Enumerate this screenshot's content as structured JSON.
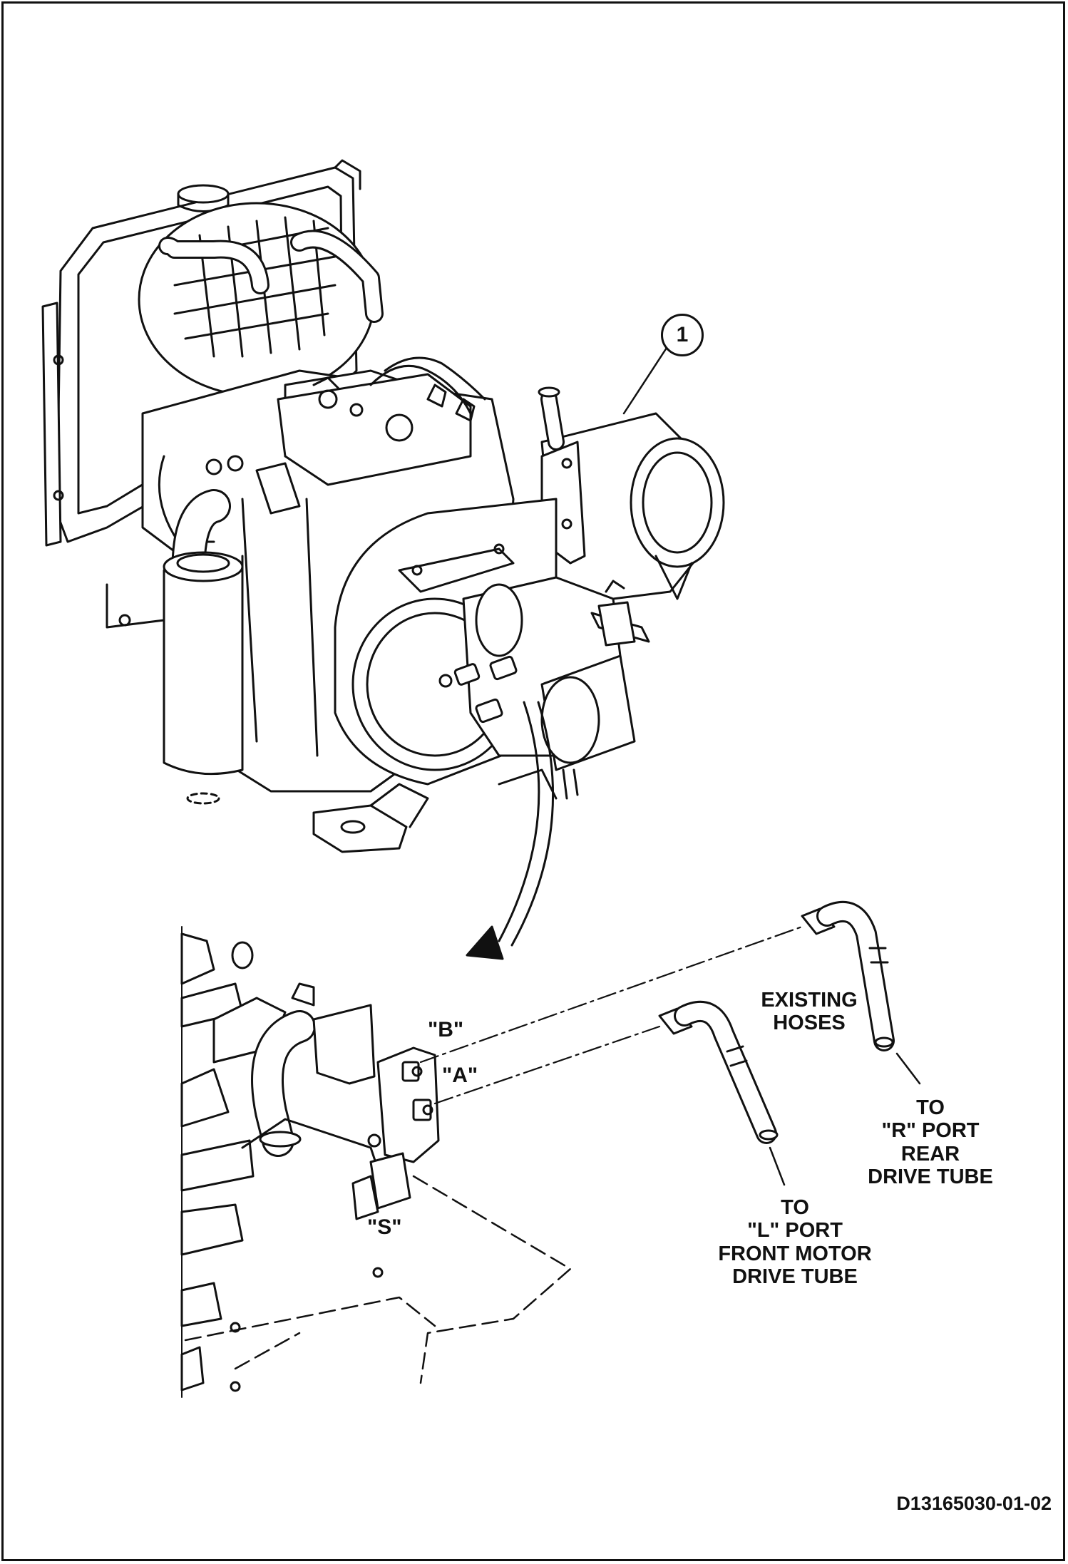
{
  "callout": {
    "number": "1"
  },
  "ports": {
    "b": "\"B\"",
    "a": "\"A\"",
    "s": "\"S\""
  },
  "labels": {
    "existing_hoses": "EXISTING\nHOSES",
    "r_port": "TO\n\"R\" PORT\nREAR\nDRIVE TUBE",
    "l_port": "TO\n\"L\" PORT\nFRONT MOTOR\nDRIVE TUBE"
  },
  "figure_id": "D13165030-01-02",
  "colors": {
    "ink": "#111111",
    "paper": "#ffffff"
  }
}
